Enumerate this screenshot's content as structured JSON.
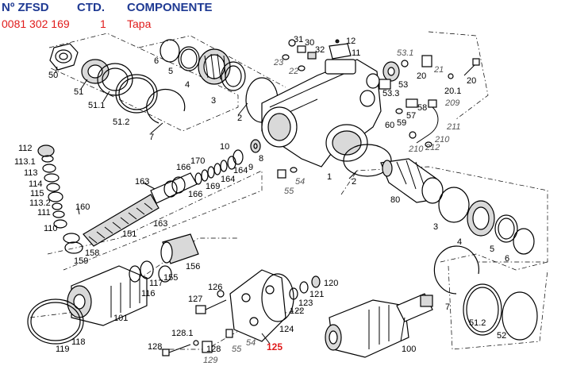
{
  "header": {
    "col_number": "Nº ZFSD",
    "col_qty": "CTD.",
    "col_component": "COMPONENTE",
    "part_number": "0081 302 169",
    "quantity": "1",
    "component_name": "Tapa"
  },
  "highlight_color": "#e01b1b",
  "header_color": "#1f3a93",
  "callouts": [
    {
      "id": "c50",
      "text": "50"
    },
    {
      "id": "c51",
      "text": "51"
    },
    {
      "id": "c51_1",
      "text": "51.1"
    },
    {
      "id": "c51_2",
      "text": "51.2"
    },
    {
      "id": "c6a",
      "text": "6"
    },
    {
      "id": "c5a",
      "text": "5"
    },
    {
      "id": "c4a",
      "text": "4"
    },
    {
      "id": "c3a",
      "text": "3"
    },
    {
      "id": "c7a",
      "text": "7"
    },
    {
      "id": "c2a",
      "text": "2"
    },
    {
      "id": "c31",
      "text": "31"
    },
    {
      "id": "c30",
      "text": "30"
    },
    {
      "id": "c32",
      "text": "32"
    },
    {
      "id": "c23",
      "text": "23"
    },
    {
      "id": "c22",
      "text": "22"
    },
    {
      "id": "c12",
      "text": "12"
    },
    {
      "id": "c11",
      "text": "11"
    },
    {
      "id": "c53_1",
      "text": "53.1"
    },
    {
      "id": "c53",
      "text": "53"
    },
    {
      "id": "c53_3",
      "text": "53.3"
    },
    {
      "id": "c21",
      "text": "21"
    },
    {
      "id": "c20a",
      "text": "20"
    },
    {
      "id": "c20b",
      "text": "20"
    },
    {
      "id": "c20_1",
      "text": "20.1"
    },
    {
      "id": "c58",
      "text": "58"
    },
    {
      "id": "c57",
      "text": "57"
    },
    {
      "id": "c209",
      "text": "209"
    },
    {
      "id": "c60",
      "text": "60"
    },
    {
      "id": "c59",
      "text": "59"
    },
    {
      "id": "c211",
      "text": "211"
    },
    {
      "id": "c210a",
      "text": "210"
    },
    {
      "id": "c210b",
      "text": "210"
    },
    {
      "id": "c212",
      "text": "212"
    },
    {
      "id": "c112",
      "text": "112"
    },
    {
      "id": "c113_1",
      "text": "113.1"
    },
    {
      "id": "c113",
      "text": "113"
    },
    {
      "id": "c114",
      "text": "114"
    },
    {
      "id": "c115",
      "text": "115"
    },
    {
      "id": "c113_2",
      "text": "113.2"
    },
    {
      "id": "c111",
      "text": "111"
    },
    {
      "id": "c110",
      "text": "110"
    },
    {
      "id": "c160",
      "text": "160"
    },
    {
      "id": "c158",
      "text": "158"
    },
    {
      "id": "c159",
      "text": "159"
    },
    {
      "id": "c163a",
      "text": "163"
    },
    {
      "id": "c163b",
      "text": "163"
    },
    {
      "id": "c151",
      "text": "151"
    },
    {
      "id": "c166a",
      "text": "166"
    },
    {
      "id": "c166b",
      "text": "166"
    },
    {
      "id": "c170",
      "text": "170"
    },
    {
      "id": "c169",
      "text": "169"
    },
    {
      "id": "c164a",
      "text": "164"
    },
    {
      "id": "c164b",
      "text": "164"
    },
    {
      "id": "c10",
      "text": "10"
    },
    {
      "id": "c8",
      "text": "8"
    },
    {
      "id": "c9",
      "text": "9"
    },
    {
      "id": "c1",
      "text": "1"
    },
    {
      "id": "c2b",
      "text": "2"
    },
    {
      "id": "c54a",
      "text": "54"
    },
    {
      "id": "c55a",
      "text": "55"
    },
    {
      "id": "c80",
      "text": "80"
    },
    {
      "id": "c3b",
      "text": "3"
    },
    {
      "id": "c4b",
      "text": "4"
    },
    {
      "id": "c5b",
      "text": "5"
    },
    {
      "id": "c6b",
      "text": "6"
    },
    {
      "id": "c156",
      "text": "156"
    },
    {
      "id": "c155",
      "text": "155"
    },
    {
      "id": "c117",
      "text": "117"
    },
    {
      "id": "c116",
      "text": "116"
    },
    {
      "id": "c101",
      "text": "101"
    },
    {
      "id": "c119",
      "text": "119"
    },
    {
      "id": "c118",
      "text": "118"
    },
    {
      "id": "c126",
      "text": "126"
    },
    {
      "id": "c127",
      "text": "127"
    },
    {
      "id": "c121",
      "text": "121"
    },
    {
      "id": "c120",
      "text": "120"
    },
    {
      "id": "c123",
      "text": "123"
    },
    {
      "id": "c122",
      "text": "122"
    },
    {
      "id": "c124",
      "text": "124"
    },
    {
      "id": "c125",
      "text": "125"
    },
    {
      "id": "c128_1",
      "text": "128.1"
    },
    {
      "id": "c128a",
      "text": "128"
    },
    {
      "id": "c128b",
      "text": "128"
    },
    {
      "id": "c129",
      "text": "129"
    },
    {
      "id": "c55b",
      "text": "55"
    },
    {
      "id": "c54b",
      "text": "54"
    },
    {
      "id": "c100",
      "text": "100"
    },
    {
      "id": "c7b",
      "text": "7"
    },
    {
      "id": "c51_2b",
      "text": "51.2"
    },
    {
      "id": "c52",
      "text": "52"
    }
  ]
}
